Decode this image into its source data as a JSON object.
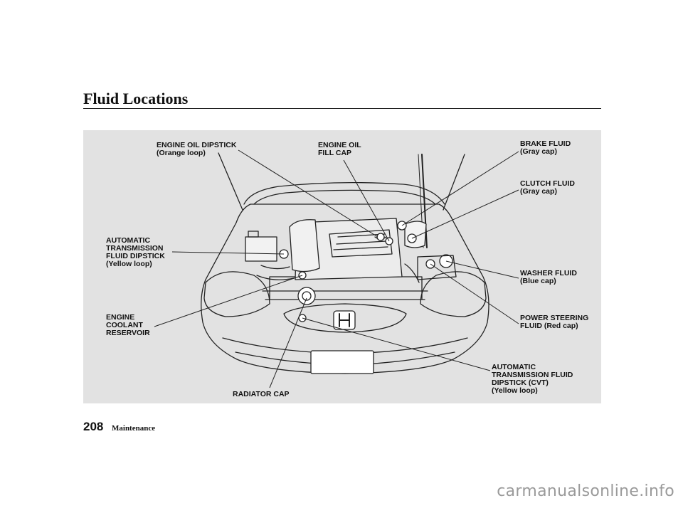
{
  "page": {
    "title": "Fluid Locations",
    "page_number": "208",
    "section": "Maintenance",
    "watermark": "carmanualsonline.info"
  },
  "labels": {
    "engine_oil_dipstick": [
      "ENGINE OIL DIPSTICK",
      "(Orange loop)"
    ],
    "engine_oil_fill_cap": [
      "ENGINE OIL",
      "FILL CAP"
    ],
    "brake_fluid": [
      "BRAKE FLUID",
      "(Gray cap)"
    ],
    "clutch_fluid": [
      "CLUTCH FLUID",
      "(Gray cap)"
    ],
    "atf_dipstick": [
      "AUTOMATIC",
      "TRANSMISSION",
      "FLUID DIPSTICK",
      "(Yellow loop)"
    ],
    "washer_fluid": [
      "WASHER FLUID",
      "(Blue cap)"
    ],
    "coolant_reservoir": [
      "ENGINE",
      "COOLANT",
      "RESERVOIR"
    ],
    "power_steering_fluid": [
      "POWER STEERING",
      "FLUID (Red cap)"
    ],
    "cvt_dipstick": [
      "AUTOMATIC",
      "TRANSMISSION FLUID",
      "DIPSTICK (CVT)",
      "(Yellow loop)"
    ],
    "radiator_cap": [
      "RADIATOR CAP"
    ]
  },
  "colors": {
    "panel": "#e2e2e2",
    "ink": "#111111",
    "line": "#222222"
  },
  "icons": [
    "engine-bay-illustration",
    "honda-logo-icon"
  ]
}
